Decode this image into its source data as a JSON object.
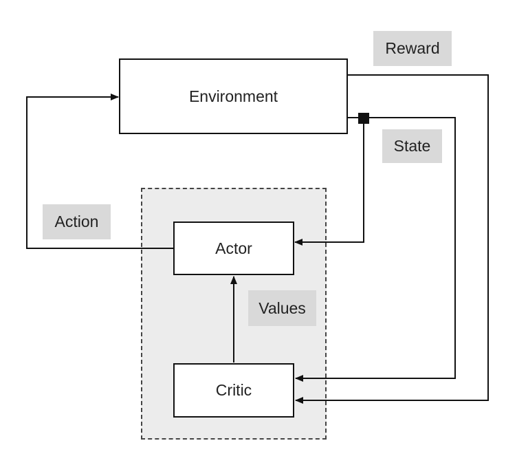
{
  "nodes": {
    "environment": "Environment",
    "actor": "Actor",
    "critic": "Critic"
  },
  "edge_labels": {
    "reward": "Reward",
    "state": "State",
    "action": "Action",
    "values": "Values"
  },
  "colors": {
    "line": "#111111",
    "label_bg": "#d9d9d9",
    "group_bg": "#ececec",
    "group_border": "#444444"
  },
  "edges": [
    {
      "from": "Environment",
      "to": "Critic",
      "label": "Reward"
    },
    {
      "from": "Environment",
      "to": "Actor",
      "label": "State"
    },
    {
      "from": "Environment",
      "to": "Critic",
      "label": "State"
    },
    {
      "from": "Actor",
      "to": "Environment",
      "label": "Action"
    },
    {
      "from": "Critic",
      "to": "Actor",
      "label": "Values"
    }
  ]
}
